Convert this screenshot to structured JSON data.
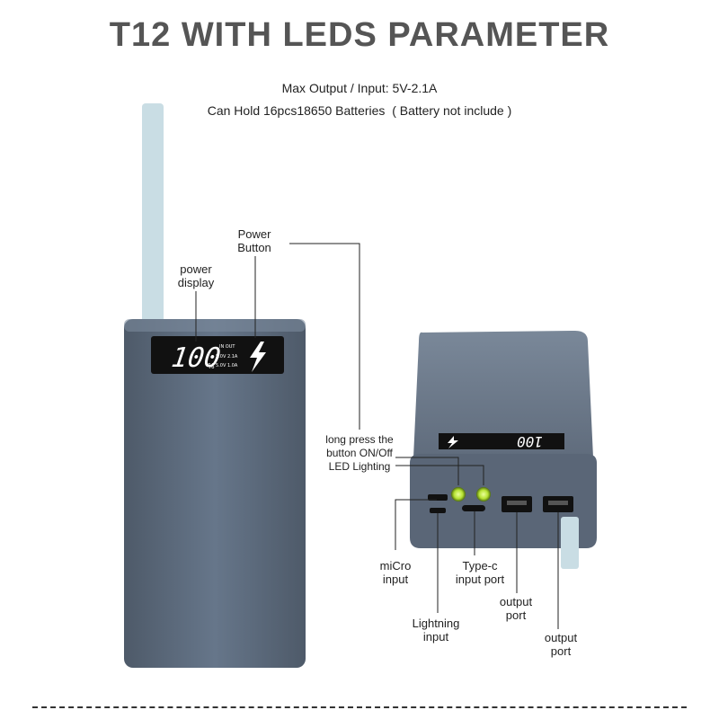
{
  "title": "T12  WITH LEDS PARAMETER",
  "specs": {
    "output_input": "Max Output / Input:  5V-2.1A",
    "capacity": "Can Hold 16pcs18650 Batteries   ( Battery not include )"
  },
  "display": {
    "reading": "100",
    "percent_sign": "%",
    "in_out_header": "IN  OUT",
    "line1": "5.0V 2.1A",
    "line2": "5.0V 1.0A",
    "back_reading": "100"
  },
  "labels": {
    "power_display": [
      "power",
      "display"
    ],
    "power_button": [
      "Power",
      "Button"
    ],
    "long_press": [
      "long press the",
      "button ON/Off",
      "LED Lighting"
    ],
    "micro_input": [
      "miCro",
      "input"
    ],
    "typec_input": [
      "Type-c",
      "input port"
    ],
    "lightning_input": [
      "Lightning",
      "input"
    ],
    "output_port_1": [
      "output",
      "port"
    ],
    "output_port_2": [
      "output",
      "port"
    ]
  },
  "icons": {
    "bolt": "lightning-bolt-icon",
    "led": "green-led-icon"
  },
  "colors": {
    "body": "#5d6b7c",
    "body_dark": "#4a5666",
    "strap": "#c9dde4",
    "led": "#b6e233",
    "title": "#555555"
  }
}
